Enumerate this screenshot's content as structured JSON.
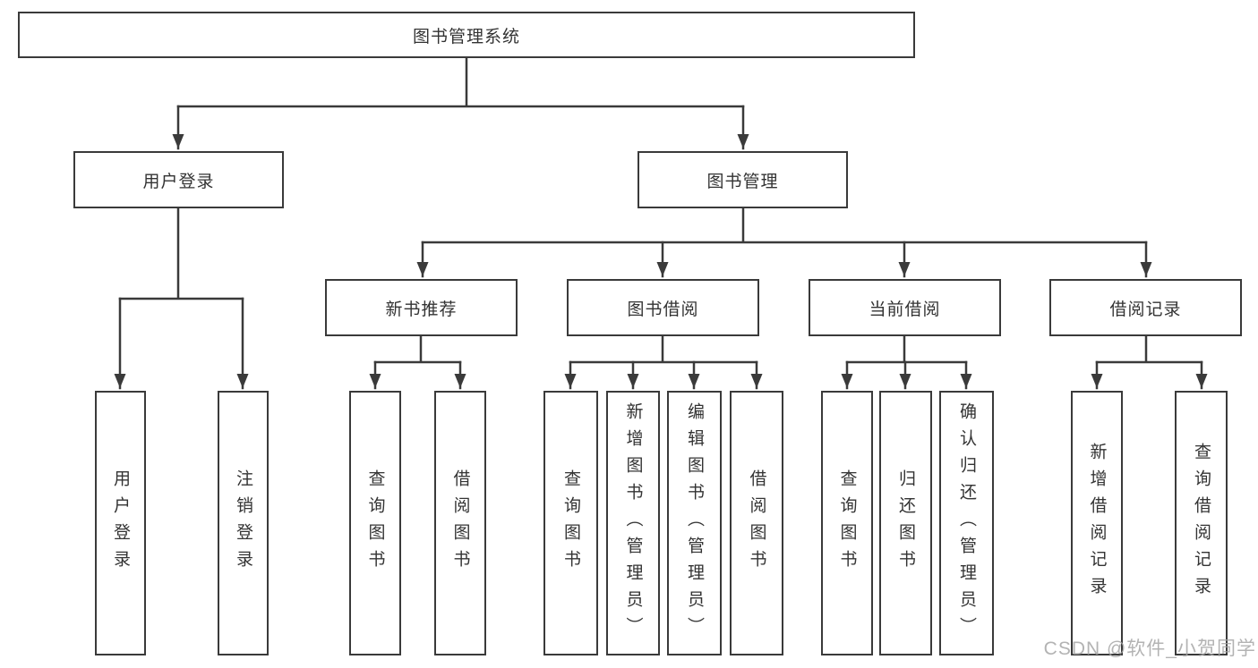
{
  "nodes": {
    "root": "图书管理系统",
    "login": {
      "label": "用户登录",
      "children": [
        "用户登录",
        "注销登录"
      ]
    },
    "manage": {
      "label": "图书管理",
      "sections": [
        {
          "label": "新书推荐",
          "children": [
            "查询图书",
            "借阅图书"
          ]
        },
        {
          "label": "图书借阅",
          "children": [
            "查询图书",
            "新增图书（管理员）",
            "编辑图书（管理员）",
            "借阅图书"
          ]
        },
        {
          "label": "当前借阅",
          "children": [
            "查询图书",
            "归还图书",
            "确认归还（管理员）"
          ]
        },
        {
          "label": "借阅记录",
          "children": [
            "新增借阅记录",
            "查询借阅记录"
          ]
        }
      ]
    }
  },
  "watermark": {
    "text": "CSDN @软件_小贺同学",
    "color": "#a6a6a6"
  },
  "colors": {
    "line": "#3a3a3a",
    "box_border": "#3a3a3a",
    "text": "#333333",
    "background": "#ffffff"
  }
}
